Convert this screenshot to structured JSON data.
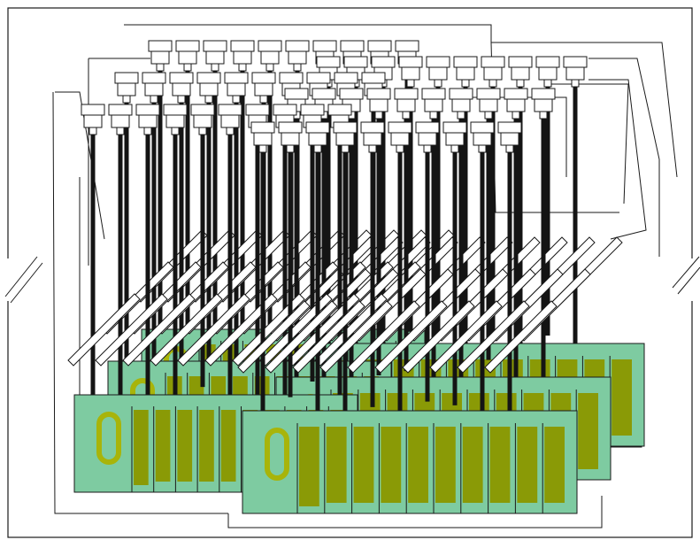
{
  "diagram": {
    "title": "",
    "colors": {
      "background": "#ffffff",
      "outline": "#1a1a1a",
      "board": "#7ecba1",
      "pad": "#8a9a06",
      "ring": "#a8b40a",
      "cable": "#141414",
      "connector": "#ffffff",
      "ferrule": "#9a9a9a"
    },
    "assemblies": [
      {
        "id": "assembly-left",
        "cable_count": 10,
        "pad_count": 10
      },
      {
        "id": "assembly-right",
        "cable_count": 10,
        "pad_count": 10
      }
    ],
    "layers_per_assembly": 3,
    "break_marks": [
      "left-edge",
      "right-edge"
    ]
  }
}
